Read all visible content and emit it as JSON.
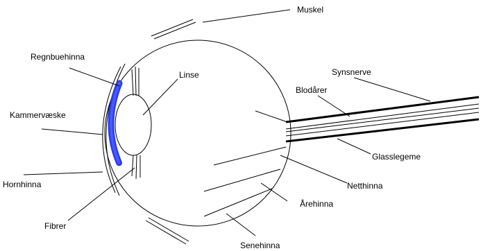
{
  "labels": {
    "muskel": "Muskel",
    "regnbuehinna": "Regnbuehinna",
    "linse": "Linse",
    "synsnerve": "Synsnerve",
    "blodarer": "Blodårer",
    "kammervaeske": "Kammervæske",
    "glasslegeme": "Glasslegeme",
    "hornhinna": "Hornhinna",
    "netthinna": "Netthinna",
    "arehinna": "Årehinna",
    "fibrer": "Fibrer",
    "senehinna": "Senehinna"
  },
  "colors": {
    "line": "#000000",
    "iris": "#2a3cf0",
    "iris_dots": "#4a5cff",
    "background": "#ffffff"
  }
}
